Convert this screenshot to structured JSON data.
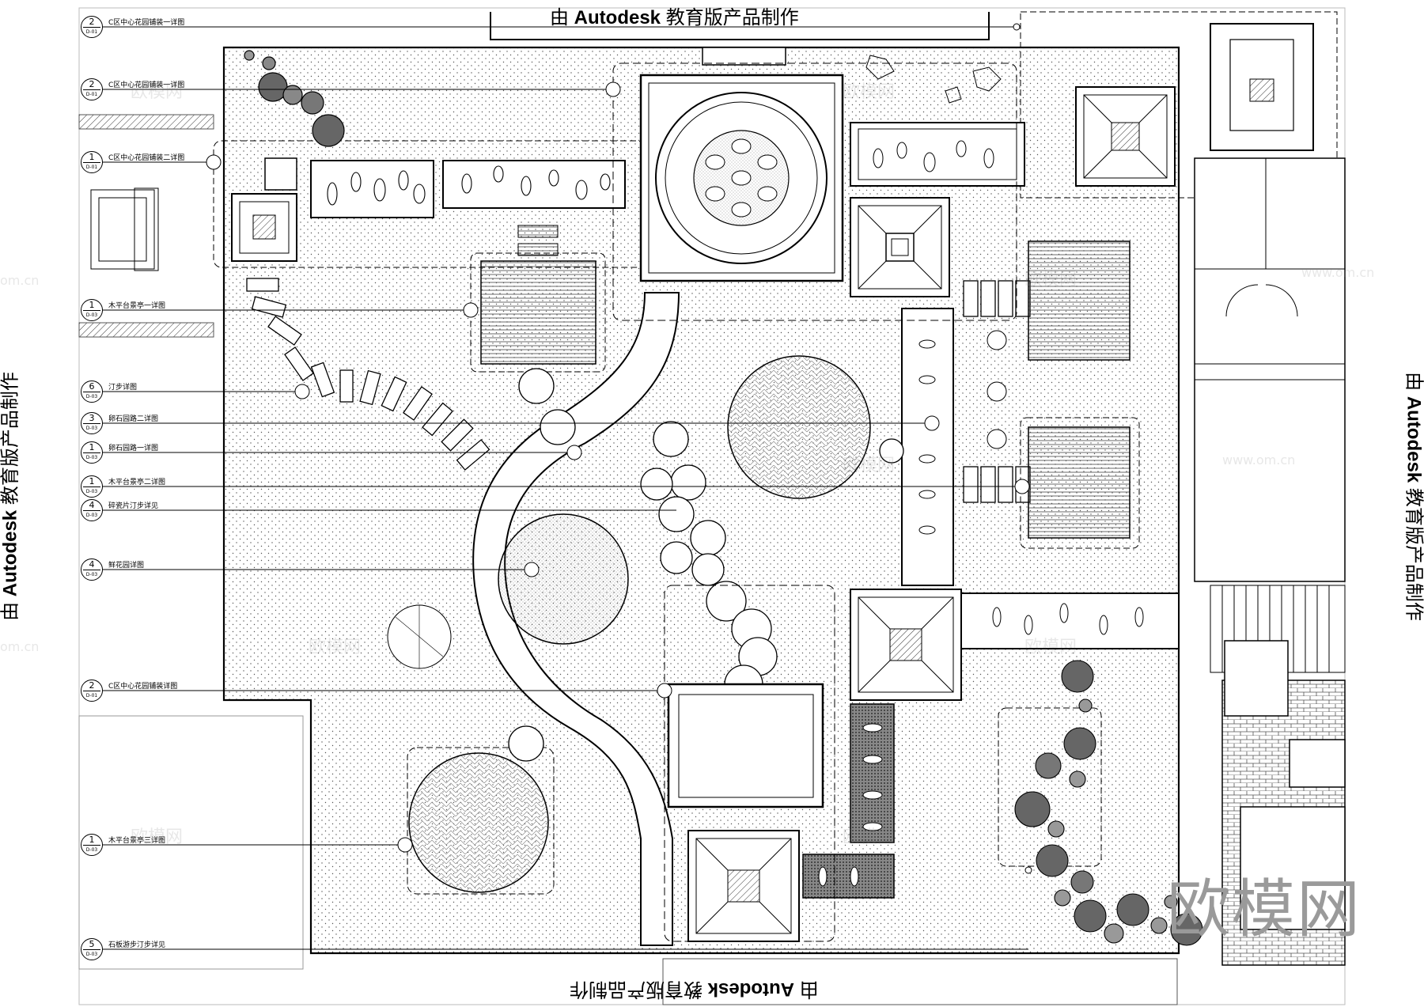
{
  "stamps": {
    "prefix": "由",
    "brand": "Autodesk",
    "suffix": "教育版产品制作"
  },
  "watermark": {
    "logo_text": "欧模网",
    "site": "www.om.cn",
    "short": "om.cn"
  },
  "callouts": [
    {
      "num": "2",
      "sheet": "D-01",
      "label": "C区中心花园铺装一详图"
    },
    {
      "num": "2",
      "sheet": "D-01",
      "label": "C区中心花园铺装一详图"
    },
    {
      "num": "1",
      "sheet": "D-01",
      "label": "C区中心花园铺装二详图"
    },
    {
      "num": "1",
      "sheet": "D-03",
      "label": "木平台景亭一详图"
    },
    {
      "num": "6",
      "sheet": "D-03",
      "label": "汀步详图"
    },
    {
      "num": "3",
      "sheet": "D-03",
      "label": "卵石园路二详图"
    },
    {
      "num": "1",
      "sheet": "D-03",
      "label": "卵石园路一详图"
    },
    {
      "num": "1",
      "sheet": "D-03",
      "label": "木平台景亭二详图"
    },
    {
      "num": "4",
      "sheet": "D-03",
      "label": "碎瓷片汀步详见"
    },
    {
      "num": "4",
      "sheet": "D-03",
      "label": "鲜花园详图"
    },
    {
      "num": "2",
      "sheet": "D-01",
      "label": "C区中心花园铺装详图"
    },
    {
      "num": "1",
      "sheet": "D-03",
      "label": "木平台景亭三详图"
    },
    {
      "num": "5",
      "sheet": "D-03",
      "label": "石板游步汀步详见"
    }
  ]
}
